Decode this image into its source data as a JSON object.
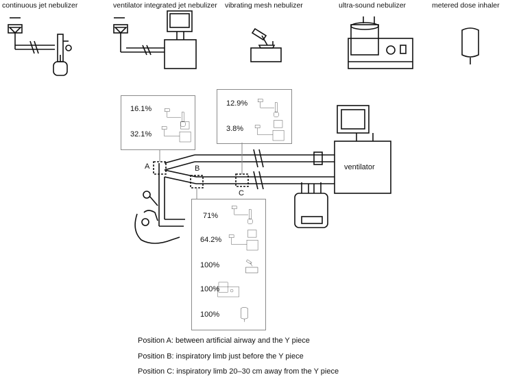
{
  "devices": [
    {
      "label": "continuous jet nebulizer",
      "icon": "jet-nebulizer-icon"
    },
    {
      "label": "ventilator integrated jet nebulizer",
      "icon": "ventilator-jet-nebulizer-icon"
    },
    {
      "label": "vibrating mesh nebulizer",
      "icon": "mesh-nebulizer-icon"
    },
    {
      "label": "ultra-sound nebulizer",
      "icon": "ultrasound-nebulizer-icon"
    },
    {
      "label": "metered dose inhaler",
      "icon": "mdi-icon"
    }
  ],
  "circuit": {
    "ventilator_label": "ventilator",
    "position_a": "A",
    "position_b": "B",
    "position_c": "C"
  },
  "box_a": {
    "values": [
      "16.1%",
      "32.1%"
    ]
  },
  "box_c": {
    "values": [
      "12.9%",
      "3.8%"
    ]
  },
  "box_b": {
    "values": [
      "71%",
      "64.2%",
      "100%",
      "100%",
      "100%"
    ]
  },
  "legend": [
    "Position A: between artificial airway and the Y piece",
    "Position B: inspiratory limb just before the Y piece",
    "Position C: inspiratory limb 20–30 cm away from the Y piece"
  ]
}
